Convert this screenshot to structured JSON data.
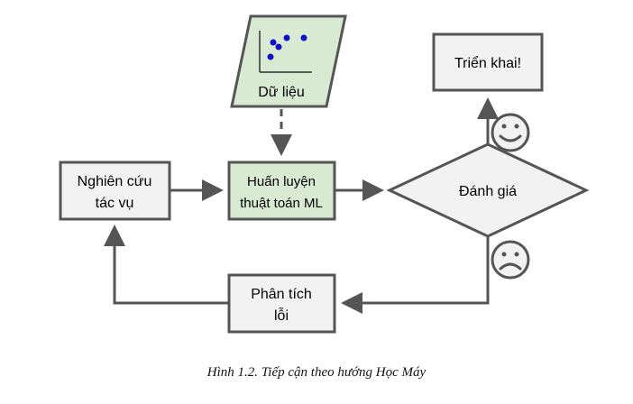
{
  "diagram": {
    "nodes": {
      "data": {
        "label": "Dữ liệu"
      },
      "research": {
        "line1": "Nghiên cứu",
        "line2": "tác vụ"
      },
      "train": {
        "line1": "Huấn luyện",
        "line2": "thuật toán ML"
      },
      "evaluate": {
        "label": "Đánh giá"
      },
      "deploy": {
        "label": "Triển khai!"
      },
      "analyze": {
        "line1": "Phân tích",
        "line2": "lỗi"
      }
    },
    "icons": {
      "happy": "smiley-happy-icon",
      "sad": "smiley-sad-icon"
    },
    "colors": {
      "stroke": "#555555",
      "node_fill": "#f2f2f2",
      "highlight_fill": "#d9ead3",
      "dot": "#1010c8"
    }
  },
  "caption": "Hình 1.2. Tiếp cận theo hướng Học Máy"
}
